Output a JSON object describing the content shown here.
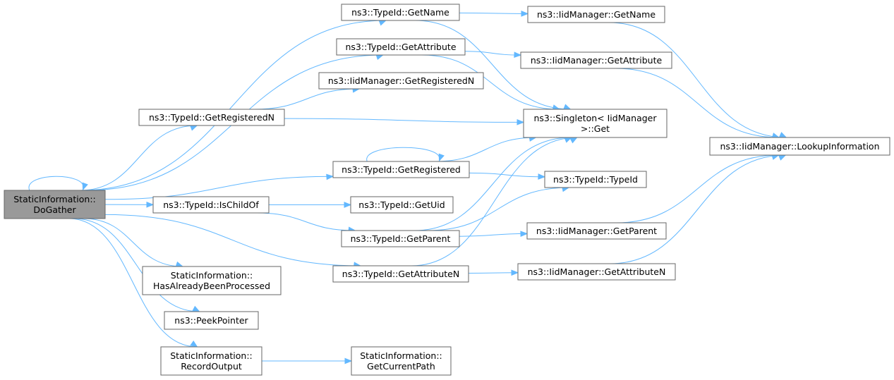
{
  "nodes": {
    "do_gather": [
      "StaticInformation::",
      "DoGather"
    ],
    "get_name": [
      "ns3::TypeId::GetName"
    ],
    "iid_get_name": [
      "ns3::IidManager::GetName"
    ],
    "get_attribute": [
      "ns3::TypeId::GetAttribute"
    ],
    "iid_get_attribute": [
      "ns3::IidManager::GetAttribute"
    ],
    "iid_get_registered_n": [
      "ns3::IidManager::GetRegisteredN"
    ],
    "get_registered_n": [
      "ns3::TypeId::GetRegisteredN"
    ],
    "singleton_get": [
      "ns3::Singleton< IidManager",
      ">::Get"
    ],
    "lookup_information": [
      "ns3::IidManager::LookupInformation"
    ],
    "get_registered": [
      "ns3::TypeId::GetRegistered"
    ],
    "typeid_typeid": [
      "ns3::TypeId::TypeId"
    ],
    "is_child_of": [
      "ns3::TypeId::IsChildOf"
    ],
    "get_uid": [
      "ns3::TypeId::GetUid"
    ],
    "get_parent": [
      "ns3::TypeId::GetParent"
    ],
    "iid_get_parent": [
      "ns3::IidManager::GetParent"
    ],
    "get_attribute_n": [
      "ns3::TypeId::GetAttributeN"
    ],
    "iid_get_attribute_n": [
      "ns3::IidManager::GetAttributeN"
    ],
    "has_already_been_processed": [
      "StaticInformation::",
      "HasAlreadyBeenProcessed"
    ],
    "peek_pointer": [
      "ns3::PeekPointer"
    ],
    "record_output": [
      "StaticInformation::",
      "RecordOutput"
    ],
    "get_current_path": [
      "StaticInformation::",
      "GetCurrentPath"
    ]
  },
  "edges": [
    [
      "do_gather",
      "do_gather"
    ],
    [
      "do_gather",
      "get_name"
    ],
    [
      "do_gather",
      "get_attribute"
    ],
    [
      "do_gather",
      "get_registered_n"
    ],
    [
      "do_gather",
      "get_registered"
    ],
    [
      "do_gather",
      "is_child_of"
    ],
    [
      "do_gather",
      "get_attribute_n"
    ],
    [
      "do_gather",
      "has_already_been_processed"
    ],
    [
      "do_gather",
      "peek_pointer"
    ],
    [
      "do_gather",
      "record_output"
    ],
    [
      "get_name",
      "iid_get_name"
    ],
    [
      "get_name",
      "singleton_get"
    ],
    [
      "iid_get_name",
      "lookup_information"
    ],
    [
      "get_attribute",
      "iid_get_attribute"
    ],
    [
      "get_attribute",
      "singleton_get"
    ],
    [
      "iid_get_attribute",
      "lookup_information"
    ],
    [
      "get_registered_n",
      "iid_get_registered_n"
    ],
    [
      "get_registered_n",
      "singleton_get"
    ],
    [
      "get_registered",
      "get_registered"
    ],
    [
      "get_registered",
      "singleton_get"
    ],
    [
      "get_registered",
      "typeid_typeid"
    ],
    [
      "is_child_of",
      "get_uid"
    ],
    [
      "is_child_of",
      "get_parent"
    ],
    [
      "get_parent",
      "iid_get_parent"
    ],
    [
      "get_parent",
      "singleton_get"
    ],
    [
      "get_parent",
      "typeid_typeid"
    ],
    [
      "iid_get_parent",
      "lookup_information"
    ],
    [
      "get_attribute_n",
      "iid_get_attribute_n"
    ],
    [
      "get_attribute_n",
      "singleton_get"
    ],
    [
      "iid_get_attribute_n",
      "lookup_information"
    ],
    [
      "record_output",
      "get_current_path"
    ]
  ],
  "colors": {
    "edge": "#63b8ff",
    "node_border": "#666666",
    "node_fill": "#ffffff",
    "root_fill": "#999999"
  }
}
